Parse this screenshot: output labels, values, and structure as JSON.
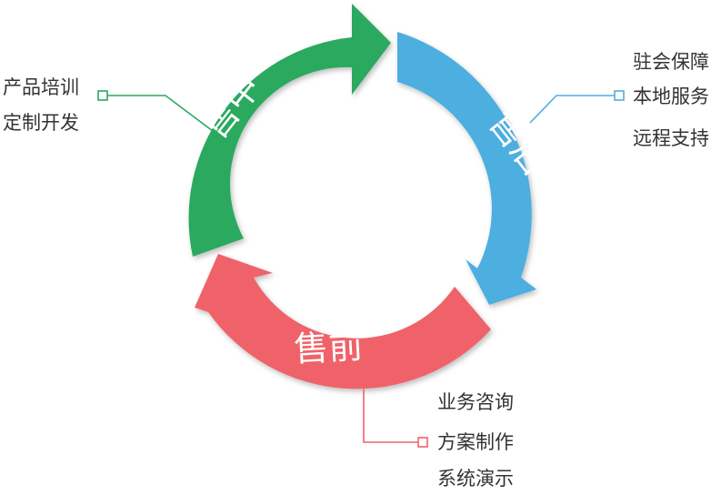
{
  "cycle": {
    "pre_sales": {
      "label": "售前",
      "color": "#f0626a",
      "items": [
        "业务咨询",
        "方案制作",
        "系统演示"
      ]
    },
    "in_sales": {
      "label": "售中",
      "color": "#2aa95e",
      "items": [
        "产品培训",
        "定制开发"
      ]
    },
    "after_sales": {
      "label": "售后",
      "color": "#4eaee0",
      "items": [
        "驻会保障",
        "本地服务",
        "远程支持"
      ]
    }
  }
}
